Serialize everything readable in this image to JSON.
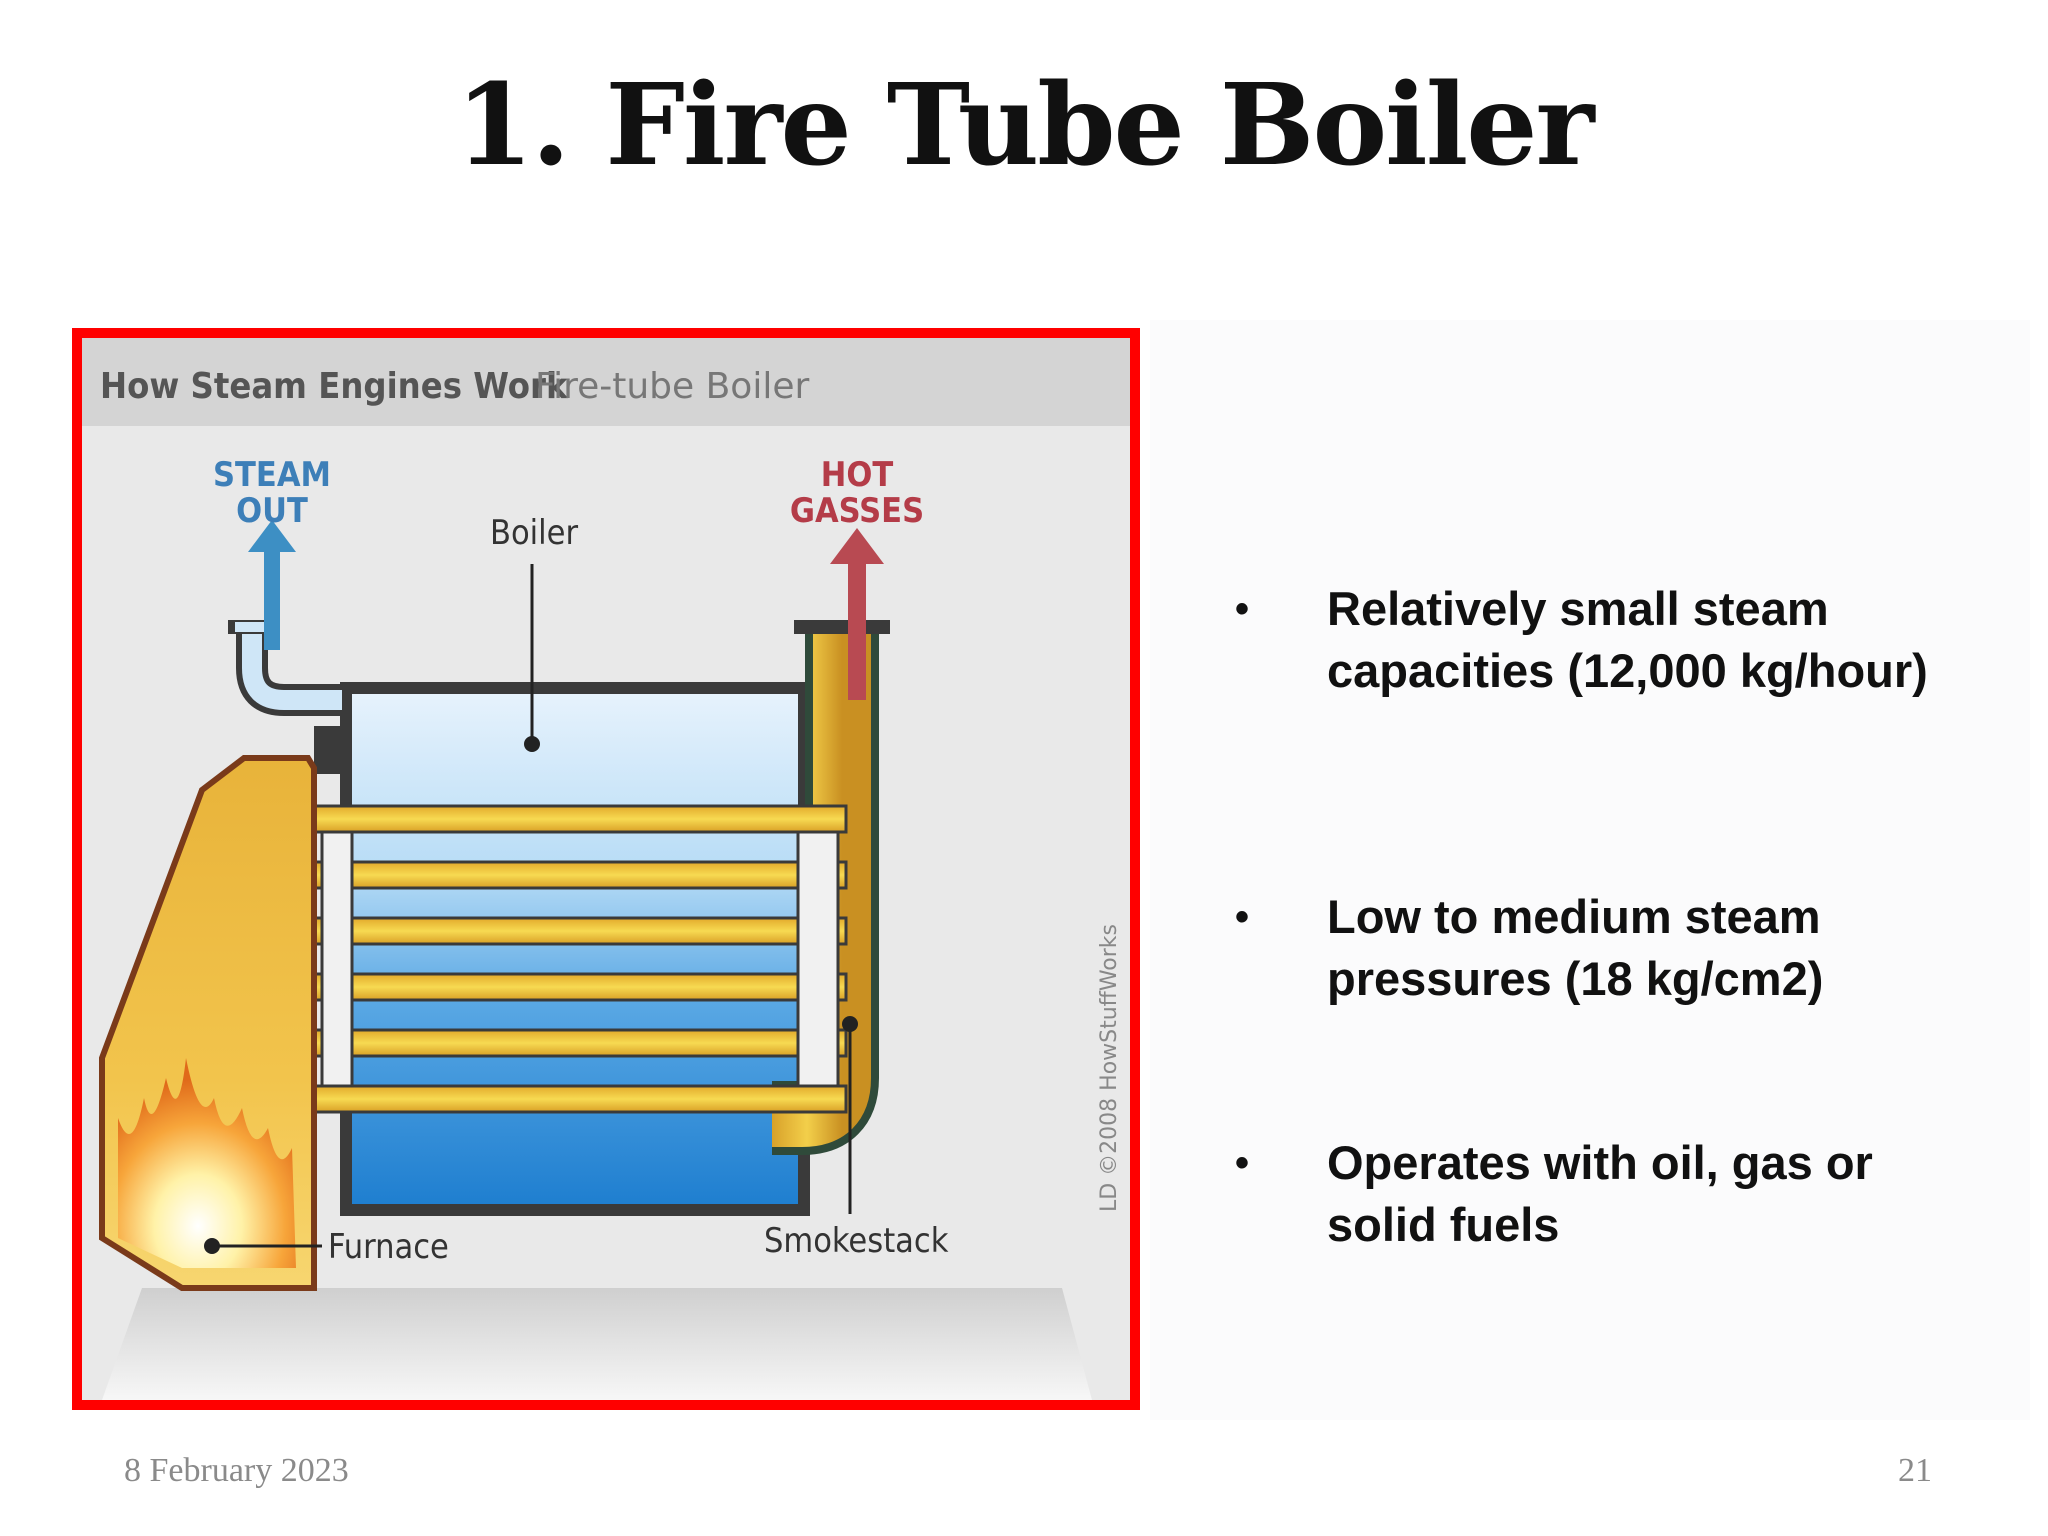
{
  "slide": {
    "title": "1. Fire Tube Boiler",
    "footer_date": "8 February 2023",
    "page_number": "21"
  },
  "figure": {
    "header_title": "How Steam Engines Work",
    "header_subtitle": "Fire-tube Boiler",
    "label_steam_out_line1": "STEAM",
    "label_steam_out_line2": "OUT",
    "label_hot_gasses_line1": "HOT",
    "label_hot_gasses_line2": "GASSES",
    "label_boiler": "Boiler",
    "label_furnace": "Furnace",
    "label_smokestack": "Smokestack",
    "credit": "LD ©2008 HowStuffWorks",
    "colors": {
      "frame": "#ff0000",
      "water": "#2e8fd6",
      "tubes": "#f2c530",
      "steam_arrow": "#3d8fc4",
      "hot_arrow": "#b84a52"
    }
  },
  "bullets": [
    {
      "marker": "•",
      "text": "Relatively small steam capacities (12,000 kg/hour)"
    },
    {
      "marker": "•",
      "text": "Low to medium steam pressures (18 kg/cm2)"
    },
    {
      "marker": "•",
      "text": "Operates with oil, gas or solid fuels"
    }
  ]
}
